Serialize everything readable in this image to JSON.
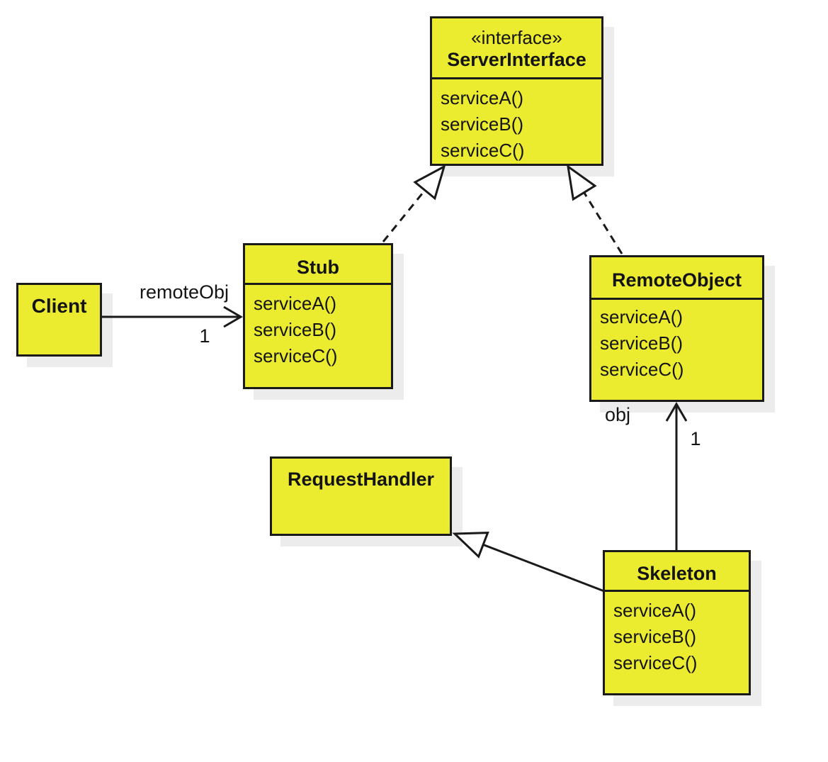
{
  "diagram": {
    "type": "uml-class-diagram",
    "background": "#ffffff",
    "colors": {
      "node_fill": "#EBEB30",
      "node_border": "#1a1a1a",
      "shadow": "#ececec",
      "text": "#141414"
    },
    "classes": [
      {
        "name": "ServerInterface",
        "stereotype": "«interface»",
        "methods": [
          "serviceA()",
          "serviceB()",
          "serviceC()"
        ]
      },
      {
        "name": "Stub",
        "methods": [
          "serviceA()",
          "serviceB()",
          "serviceC()"
        ]
      },
      {
        "name": "RemoteObject",
        "methods": [
          "serviceA()",
          "serviceB()",
          "serviceC()"
        ]
      },
      {
        "name": "Client",
        "methods": []
      },
      {
        "name": "RequestHandler",
        "methods": []
      },
      {
        "name": "Skeleton",
        "methods": [
          "serviceA()",
          "serviceB()",
          "serviceC()"
        ]
      }
    ],
    "edges": [
      {
        "from": "Stub",
        "to": "ServerInterface",
        "type": "realization"
      },
      {
        "from": "RemoteObject",
        "to": "ServerInterface",
        "type": "realization"
      },
      {
        "from": "Client",
        "to": "Stub",
        "type": "directed-association",
        "label": "remoteObj",
        "multiplicity": "1"
      },
      {
        "from": "Skeleton",
        "to": "RequestHandler",
        "type": "generalization"
      },
      {
        "from": "Skeleton",
        "to": "RemoteObject",
        "type": "directed-association",
        "label": "obj",
        "multiplicity": "1"
      }
    ]
  }
}
